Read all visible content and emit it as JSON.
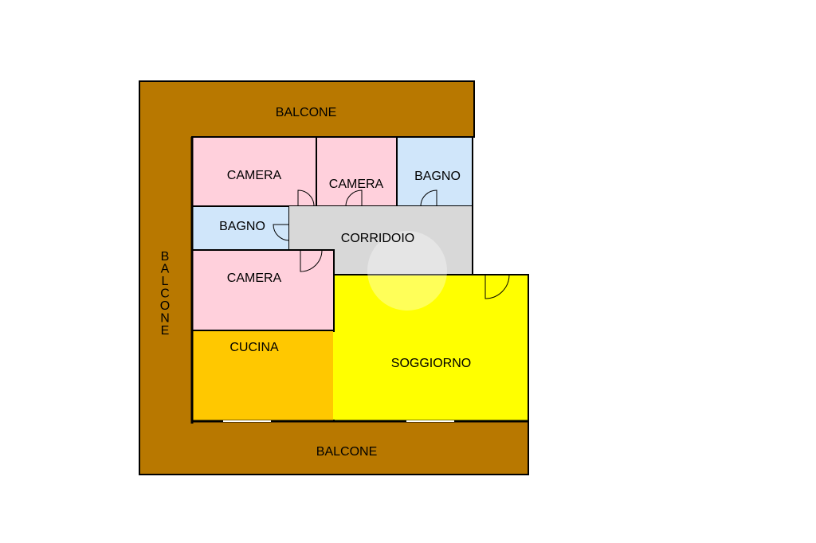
{
  "colors": {
    "balcony": "#b87800",
    "bedroom": "#ffd0dc",
    "bathroom": "#d0e6fa",
    "corridor": "#d8d8d8",
    "kitchen": "#ffc800",
    "living": "#ffff00",
    "wall": "#000000",
    "background": "#ffffff"
  },
  "labels": {
    "balcone_top": "BALCONE",
    "balcone_left": "BALCONE",
    "balcone_bottom": "BALCONE",
    "camera_1": "CAMERA",
    "camera_2": "CAMERA",
    "camera_3": "CAMERA",
    "bagno_1": "BAGNO",
    "bagno_2": "BAGNO",
    "corridoio": "CORRIDOIO",
    "cucina": "CUCINA",
    "soggiorno": "SOGGIORNO"
  }
}
